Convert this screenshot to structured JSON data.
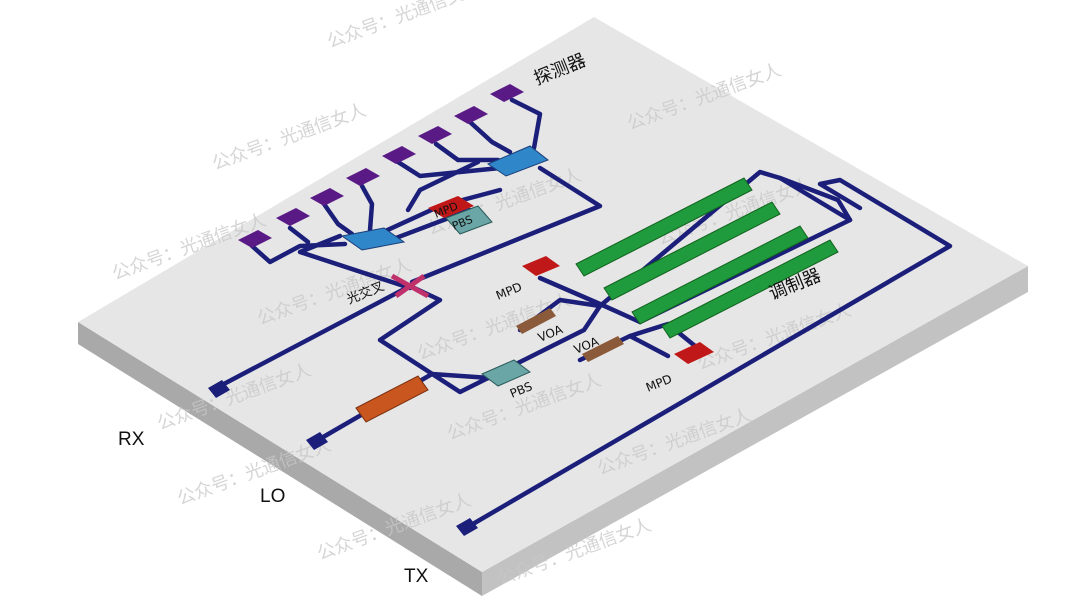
{
  "title_labels": {
    "detector": "探测器",
    "modulator": "调制器",
    "crossing": "光交叉"
  },
  "component_labels": {
    "mpd_top": "MPD",
    "pbs_top": "PBS",
    "mpd_left": "MPD",
    "voa_1": "VOA",
    "voa_2": "VOA",
    "pbs_bottom": "PBS",
    "mpd_right": "MPD"
  },
  "ports": {
    "rx": "RX",
    "lo": "LO",
    "tx": "TX"
  },
  "watermark": "公众号：光通信女人",
  "colors": {
    "chip_top": "#e6e6e6",
    "chip_side_left": "#a9a9a9",
    "chip_side_right": "#c4c4c4",
    "waveguide": "#1b1f7a",
    "detector": "#5a1a86",
    "hybrid": "#2f86c8",
    "modulator": "#1f9a3c",
    "mpd": "#c01818",
    "pbs": "#6aa6a6",
    "voa": "#8a5a3a",
    "laser": "#c8561e",
    "crossing": "#c0306a"
  }
}
